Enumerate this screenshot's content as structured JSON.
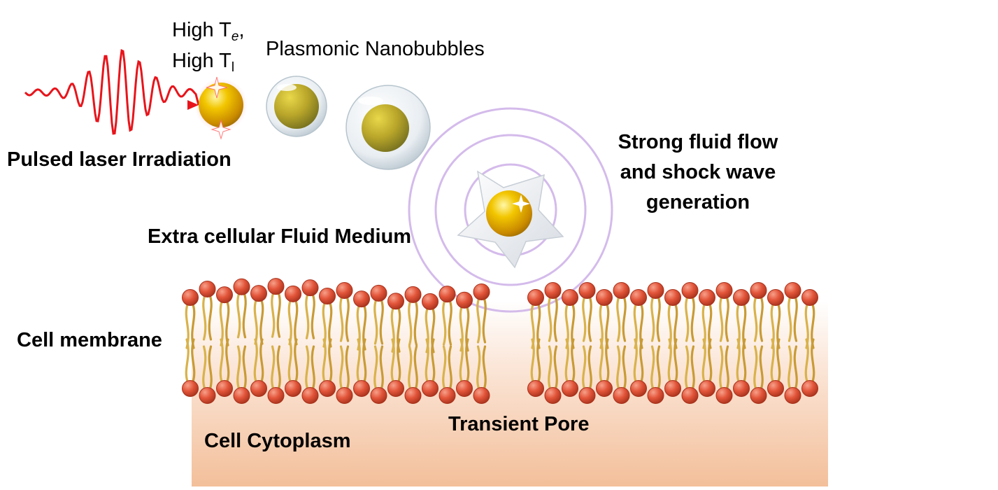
{
  "labels": {
    "laser": "Pulsed laser Irradiation",
    "high_te_prefix": "High T",
    "high_te_sub": "e",
    "high_te_suffix": ",",
    "high_tl_prefix": "High T",
    "high_tl_sub": "l",
    "nanobubbles": "Plasmonic Nanobubbles",
    "flow_line1": "Strong fluid flow",
    "flow_line2": "and shock wave",
    "flow_line3": "generation",
    "extracellular": "Extra cellular Fluid Medium",
    "membrane": "Cell membrane",
    "pore": "Transient Pore",
    "cytoplasm": "Cell Cytoplasm"
  },
  "colors": {
    "laser": "#e8141b",
    "lipid_head": "#e2553a",
    "lipid_head_dark": "#b83a22",
    "lipid_tail": "#d9b24a",
    "gold_particle": "#e6b800",
    "shock_ring": "#c9a7e6",
    "cytoplasm_top": "#fdf3ec",
    "cytoplasm_bottom": "#f4c3a0"
  },
  "icons": [
    "laser-wave-icon",
    "gold-nanoparticle-icon",
    "nanobubble-icon",
    "shock-wave-icon",
    "lipid-bilayer-icon"
  ]
}
